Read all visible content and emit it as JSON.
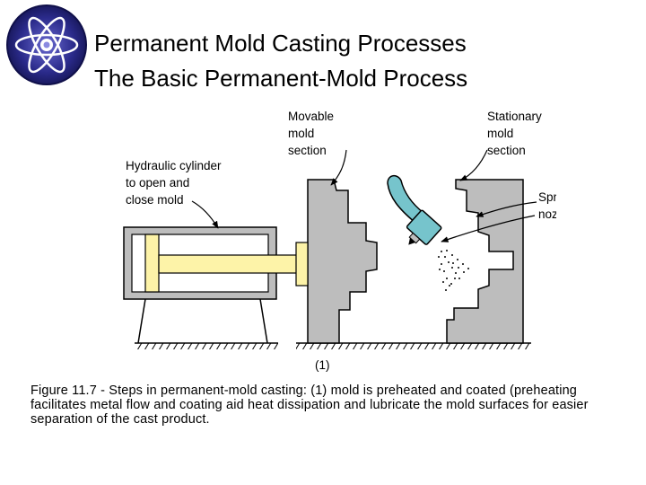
{
  "header": {
    "title_line1": "Permanent Mold Casting Processes",
    "title_line2": "The Basic Permanent-Mold Process",
    "logo_icon": "atom-icon"
  },
  "diagram": {
    "labels": {
      "movable": [
        "Movable",
        "mold",
        "section"
      ],
      "stationary": [
        "Stationary",
        "mold",
        "section"
      ],
      "hydraulic": [
        "Hydraulic cylinder",
        "to open and",
        "close mold"
      ],
      "spray": [
        "Spray",
        "nozzle"
      ]
    },
    "step_label": "(1)",
    "colors": {
      "mold": "#bdbdbd",
      "piston": "#fdf3a8",
      "nozzle": "#76c4cc",
      "outline": "#000000"
    }
  },
  "caption": {
    "text": "Figure 11.7 ‑ Steps in permanent-mold casting: (1) mold is preheated and coated (preheating facilitates metal flow and coating aid heat dissipation and lubricate the mold surfaces for easier separation of the cast product."
  }
}
